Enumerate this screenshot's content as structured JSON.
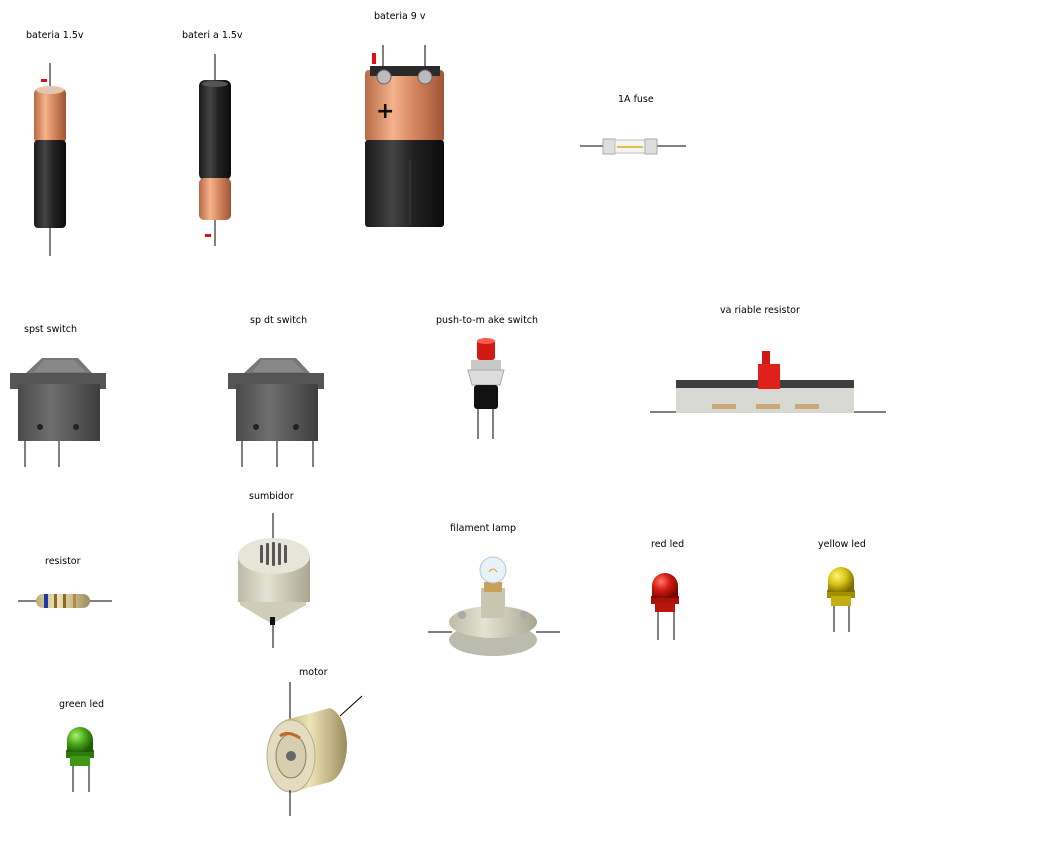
{
  "components": {
    "battery_aa_1": {
      "label": "bateria  1.5v",
      "icon": "aa-battery-up-icon"
    },
    "battery_aa_2": {
      "label": "bateri a 1.5v",
      "icon": "aa-battery-down-icon"
    },
    "battery_9v": {
      "label": "bateria  9 v",
      "icon": "9v-battery-icon"
    },
    "fuse": {
      "label": "1A  fuse",
      "icon": "fuse-icon"
    },
    "spst_switch": {
      "label": "spst switch",
      "icon": "rocker-switch-icon"
    },
    "spdt_switch": {
      "label": "sp dt switch",
      "icon": "rocker-switch-3pin-icon"
    },
    "push_switch": {
      "label": "push-to-m ake switch",
      "icon": "push-button-icon"
    },
    "variable_resistor": {
      "label": "va riable resistor",
      "icon": "slide-potentiometer-icon"
    },
    "resistor": {
      "label": "resistor",
      "icon": "resistor-icon"
    },
    "buzzer": {
      "label": "sumbidor",
      "icon": "buzzer-icon"
    },
    "filament_lamp": {
      "label": "filament lamp",
      "icon": "lamp-icon"
    },
    "red_led": {
      "label": "red led",
      "icon": "led-icon",
      "color": "#d11a0f"
    },
    "yellow_led": {
      "label": "yellow led",
      "icon": "led-icon",
      "color": "#d8c516"
    },
    "green_led": {
      "label": "green led",
      "icon": "led-icon",
      "color": "#4ca81a"
    },
    "motor": {
      "label": "motor",
      "icon": "dc-motor-icon"
    }
  }
}
